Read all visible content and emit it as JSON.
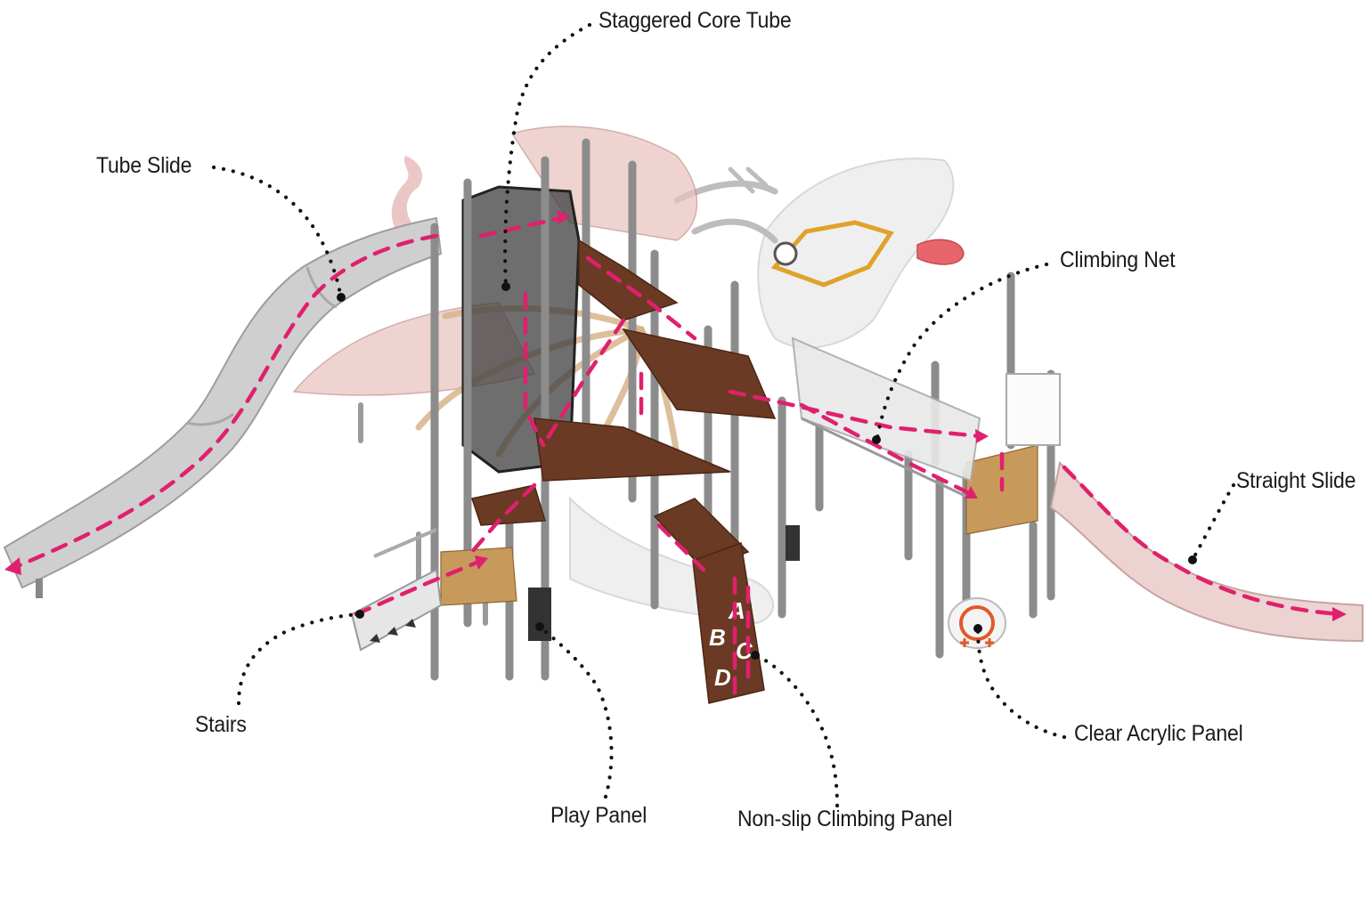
{
  "labels": {
    "staggered_core_tube": "Staggered Core Tube",
    "tube_slide": "Tube Slide",
    "climbing_net": "Climbing Net",
    "straight_slide": "Straight Slide",
    "stairs": "Stairs",
    "play_panel": "Play Panel",
    "non_slip_climbing_panel": "Non-slip Climbing Panel",
    "clear_acrylic_panel": "Clear Acrylic Panel"
  },
  "climbing_panel_letters": [
    "A",
    "B",
    "C",
    "D"
  ],
  "colors": {
    "route": "#e0206e",
    "deck": "#6b3a24",
    "wood": "#c79a5c",
    "wing": "#e9c3c0",
    "metal": "#cfcfcf"
  }
}
